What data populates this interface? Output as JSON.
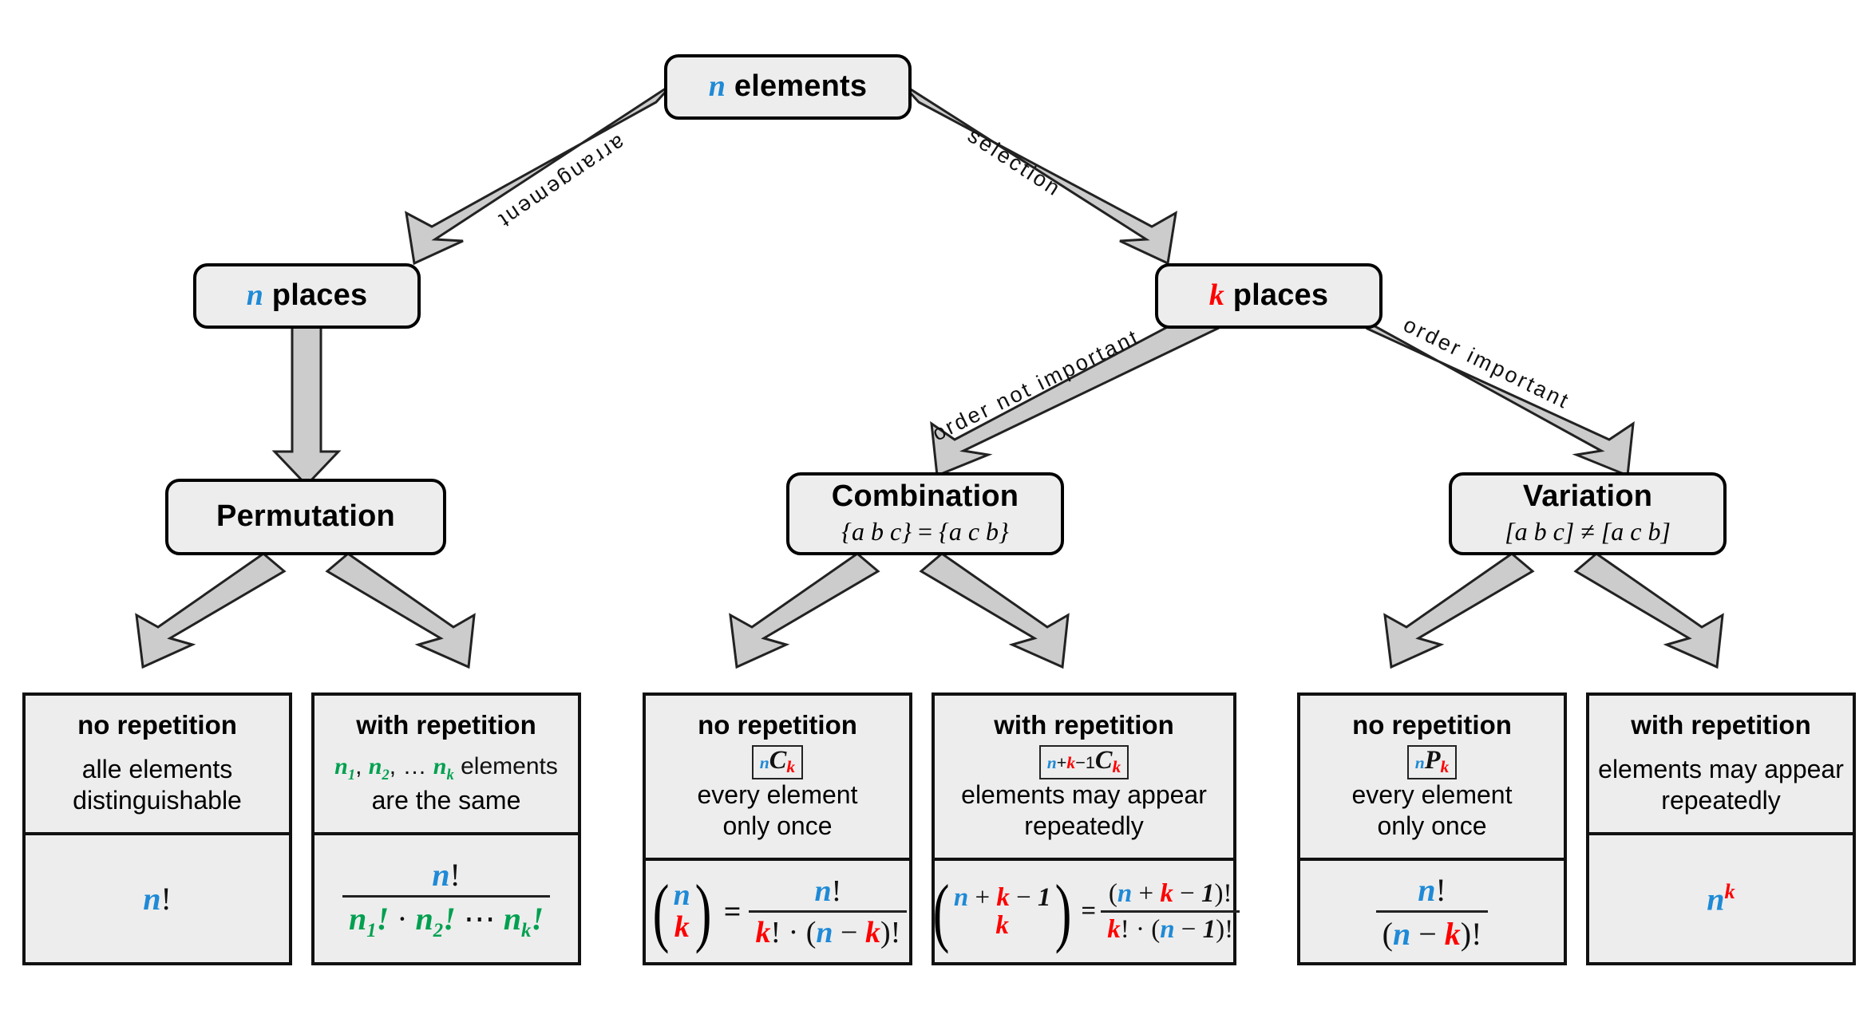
{
  "colors": {
    "blue": "#1f8ad6",
    "red": "#ff0000",
    "green": "#00a050",
    "box_fill": "#ededed",
    "arrow_fill": "#cccccc",
    "outline": "#111111"
  },
  "nodes": {
    "root": {
      "var": "n",
      "title": "elements"
    },
    "n_places": {
      "var": "n",
      "title": "places"
    },
    "k_places": {
      "var": "k",
      "title": "places"
    },
    "permutation": {
      "title": "Permutation",
      "example": ""
    },
    "combination": {
      "title": "Combination",
      "example": "{a b c} = {a c b}",
      "ex_left": "{a b c}",
      "ex_op": "=",
      "ex_right": "{a c b}"
    },
    "variation": {
      "title": "Variation",
      "example": "[a b c] ≠ [a c b]",
      "ex_left": "[a b c]",
      "ex_op": "≠",
      "ex_right": "[a c b]"
    }
  },
  "edges": [
    {
      "id": "e1",
      "label": "arrangement",
      "from": "root",
      "to": "n_places"
    },
    {
      "id": "e2",
      "label": "selection",
      "from": "root",
      "to": "k_places"
    },
    {
      "id": "e3",
      "label": "",
      "from": "n_places",
      "to": "permutation"
    },
    {
      "id": "e4",
      "label": "order not important",
      "from": "k_places",
      "to": "combination"
    },
    {
      "id": "e5",
      "label": "order important",
      "from": "k_places",
      "to": "variation"
    },
    {
      "id": "e6",
      "label": "",
      "from": "permutation",
      "to": "leaf1"
    },
    {
      "id": "e7",
      "label": "",
      "from": "permutation",
      "to": "leaf2"
    },
    {
      "id": "e8",
      "label": "",
      "from": "combination",
      "to": "leaf3"
    },
    {
      "id": "e9",
      "label": "",
      "from": "combination",
      "to": "leaf4"
    },
    {
      "id": "e10",
      "label": "",
      "from": "variation",
      "to": "leaf5"
    },
    {
      "id": "e11",
      "label": "",
      "from": "variation",
      "to": "leaf6"
    }
  ],
  "leaves": [
    {
      "id": "leaf1",
      "head": "no repetition",
      "notation": "",
      "desc_line1": "alle elements",
      "desc_line2": "distinguishable",
      "formula": "n!"
    },
    {
      "id": "leaf2",
      "head": "with repetition",
      "notation": "",
      "desc_line1": "n1, n2, ... nk elements",
      "desc_line2": "are the same",
      "formula": "n! / (n1! · n2! ⋯ nk!)"
    },
    {
      "id": "leaf3",
      "head": "no repetition",
      "notation": "nCk",
      "desc_line1": "every element",
      "desc_line2": "only once",
      "formula": "(n over k) = n! / (k! · (n − k)!)"
    },
    {
      "id": "leaf4",
      "head": "with repetition",
      "notation": "n+k−1Ck",
      "desc_line1": "elements may appear",
      "desc_line2": "repeatedly",
      "formula": "(n+k−1 over k) = (n + k − 1)! / (k! · (n − 1)!)"
    },
    {
      "id": "leaf5",
      "head": "no repetition",
      "notation": "nPk",
      "desc_line1": "every element",
      "desc_line2": "only once",
      "formula": "n! / (n − k)!"
    },
    {
      "id": "leaf6",
      "head": "with repetition",
      "notation": "",
      "desc_line1": "elements may appear",
      "desc_line2": "repeatedly",
      "formula": "n^k"
    }
  ]
}
